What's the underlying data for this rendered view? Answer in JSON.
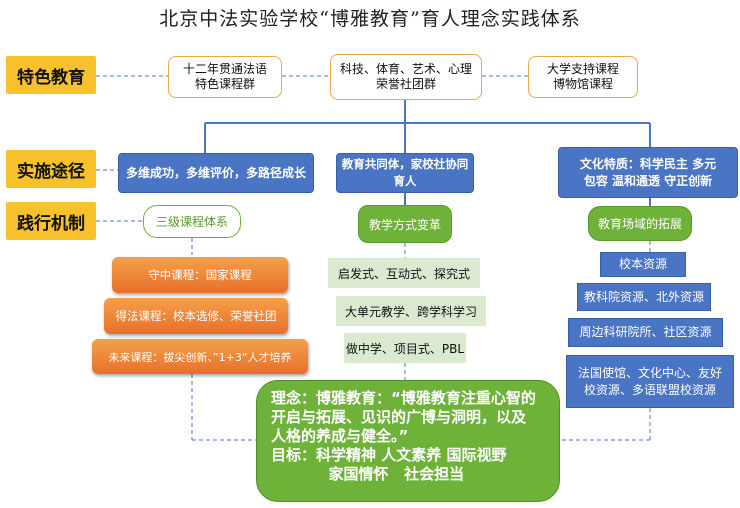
{
  "title": "北京中法实验学校“博雅教育”育人理念实践体系",
  "side_labels": {
    "features": "特色教育",
    "paths": "实施途径",
    "mechanism": "践行机制"
  },
  "features": {
    "french": [
      "十二年贯通法语",
      "特色课程群"
    ],
    "clubs": [
      "科技、体育、艺术、心理",
      "荣誉社团群"
    ],
    "university": [
      "大学支持课程",
      "博物馆课程"
    ]
  },
  "paths": {
    "left": "多维成功，多维评价，多路径成长",
    "middle": "教育共同体，家校社协同育人",
    "right": [
      "文化特质：科学民主  多元",
      "包容  温和通透  守正创新"
    ]
  },
  "mechanism": {
    "courses": {
      "header": "三级课程体系",
      "items": [
        "守中课程：国家课程",
        "得法课程：校本选修、荣誉社团",
        "未来课程：拔尖创新、”1+3“人才培养"
      ]
    },
    "teaching": {
      "header": "教学方式变革",
      "items": [
        "启发式、互动式、探究式",
        "大单元教学、跨学科学习",
        "做中学、项目式、PBL"
      ]
    },
    "venues": {
      "header": "教育场域的拓展",
      "items": [
        [
          "校本资源"
        ],
        [
          "教科院资源、北外资源"
        ],
        [
          "周边科研院所、社区资源"
        ],
        [
          "法国使馆、文化中心、友好",
          "校资源、多语联盟校资源"
        ]
      ]
    }
  },
  "concept": {
    "lines": [
      "理念：博雅教育：“博雅教育注重心智的",
      "开启与拓展、见识的广博与洞明，以及",
      "人格的养成与健全。”",
      "目标：科学精神   人文素养   国际视野",
      "           家国情怀   社会担当"
    ]
  },
  "colors": {
    "side_label": "#f6c12a",
    "blue": "#4a74c4",
    "green": "#6fb23a",
    "light_green": "#d9ead0",
    "orange": "#e8702a",
    "connector": "#4a74c4"
  }
}
